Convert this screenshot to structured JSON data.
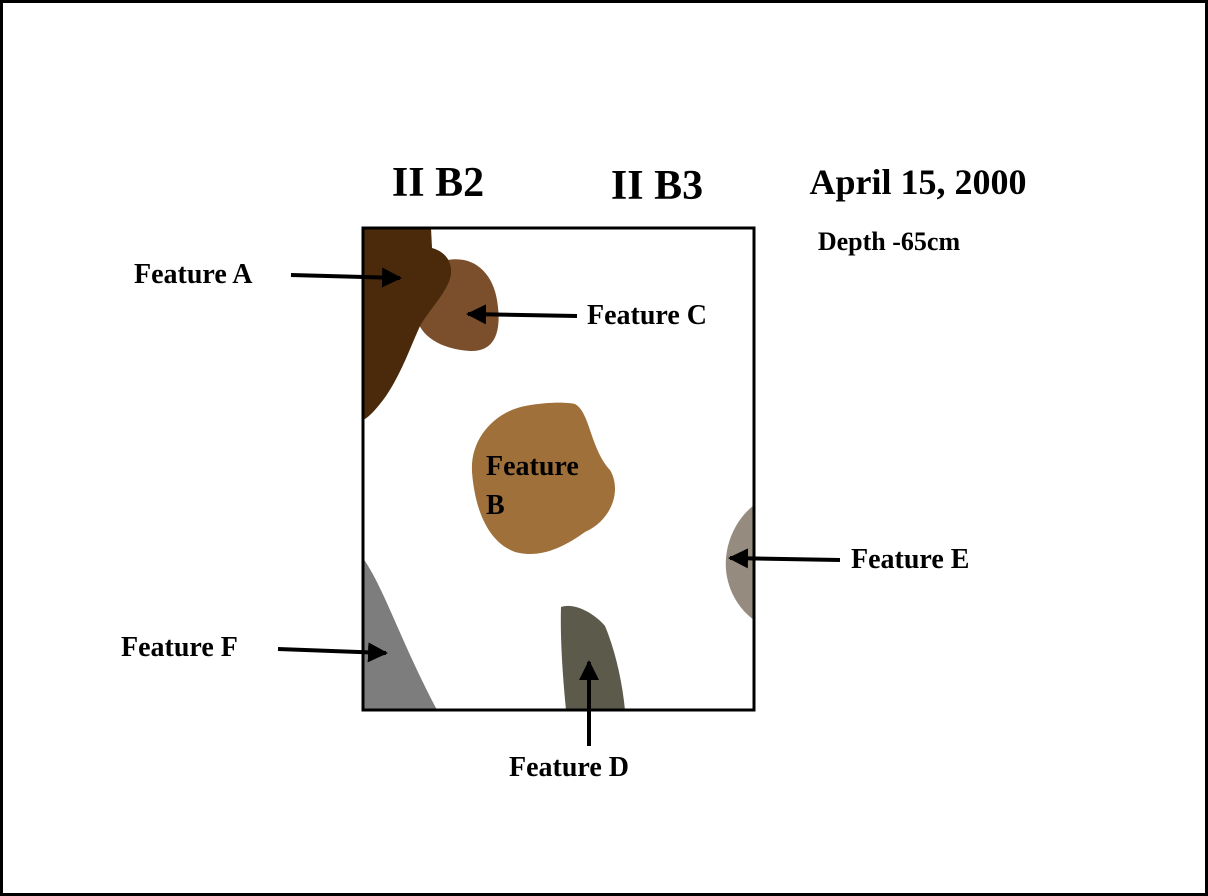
{
  "headers": {
    "unit_left": "II B2",
    "unit_right": "II B3",
    "date": "April 15, 2000",
    "depth": "Depth -65cm"
  },
  "features": {
    "a": {
      "label": "Feature A",
      "color": "#4a2a0a"
    },
    "b": {
      "label_line1": "Feature",
      "label_line2": "B",
      "color": "#a0703a"
    },
    "c": {
      "label": "Feature C",
      "color": "#7b4f2c"
    },
    "d": {
      "label": "Feature D",
      "color": "#5c5b4b"
    },
    "e": {
      "label": "Feature E",
      "color": "#968b7f"
    },
    "f": {
      "label": "Feature F",
      "color": "#7d7d7d"
    }
  }
}
